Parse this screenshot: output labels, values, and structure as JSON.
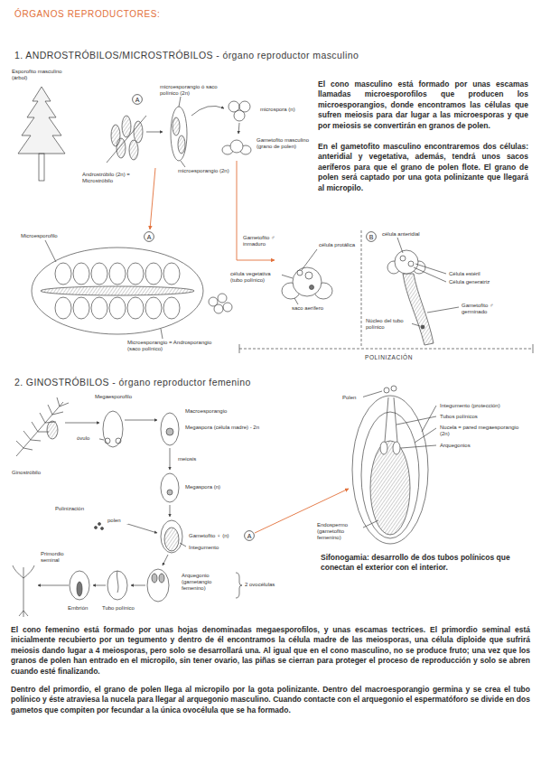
{
  "diagram": {
    "title": "ÓRGANOS REPRODUCTORES:",
    "nodes": [
      {
        "text": [
          "A"
        ]
      },
      {
        "text": [
          "A"
        ]
      },
      {
        "text": [
          "B"
        ]
      },
      {
        "text": [
          "A"
        ]
      }
    ],
    "labels": [
      "1. ANDROSTRÓBILOS/MICROSTRÓBILOS - órgano reproductor masculino",
      "Esporofito masculino (árbol)",
      "microesporangio ó saco polínico (2n)",
      "microspora (n)",
      "Androstróbilo (2n) = Microstróbilo",
      "microesporangio (2n)",
      "Gametofito masculino (grano de polen)",
      "El cono masculino está formado por unas escamas llamadas microesporofilos que producen los microesporangios, donde encontramos las células que sufren meiosis para dar lugar a las microesporas y que por meiosis se convertirán en granos de polen.",
      "En el gametofito masculino encontraremos dos células: anteridial y vegetativa, además, tendrá unos sacos aeríferos para que el grano de polen flote. El grano de polen será captado por una gota polinizante que llegará al micropilo.",
      "Microesporofilo",
      "Gametofito ♂ inmaduro",
      "célula protálica",
      "célula vegetativa (tubo polínico)",
      "saco aerífero",
      "célula anteridial",
      "Célula estéril",
      "Célula generatriz",
      "Gametofito ♂ germinado",
      "Núcleo del tubo polínico",
      "Microesporangio = Androsporangio (saco polínico)",
      "POLINIZACIÓN",
      "2. GINOSTRÓBILOS - órgano reproductor femenino",
      "Megaesporofilo",
      "Macroesporangio",
      "óvulo",
      "Megaspora (célula madre) - 2n",
      "Ginostróbilo",
      "meiosis",
      "Megaspora (n)",
      "Polinización",
      "polen",
      "Gametofito ♀ (n)",
      "Integumento",
      "Arquegonio (gametangio femenino)",
      "2 ovocélulas",
      "Primordio seminal",
      "Embrión",
      "Tubo polínico",
      "Polen",
      "Integumento (protección)",
      "Tubos polínicos",
      "Nucela = pared megaesporangio (2n)",
      "Arquegonios",
      "Endospermo (gametofito femenino)",
      "Sifonogamia: desarrollo de dos tubos polínicos que conectan el exterior con el interior.",
      "El cono femenino está formado por unas hojas denominadas megaesporofilos, y unas escamas tectrices. El primordio seminal está inicialmente recubierto por un tegumento y dentro de él encontramos la célula madre de las meiosporas, una célula diploide que sufrirá meiosis dando lugar a 4 meiosporas, pero solo se desarrollará una. Al igual que en el cono masculino, no se produce fruto; una vez que los granos de polen han entrado en el micropilo, sin tener ovario, las piñas se cierran para proteger el proceso de reproducción y solo se abren cuando esté finalizando.",
      "Dentro del primordio, el grano de polen llega al micropilo por la gota polinizante. Dentro del macroesporangio germina y se crea el tubo polínico y éste atraviesa la nucela para llegar al arquegonio masculino. Cuando contacte con el arquegonio el espermatóforo se divide en dos gametos que compiten por fecundar a la única ovocélula que se ha formado."
    ]
  }
}
